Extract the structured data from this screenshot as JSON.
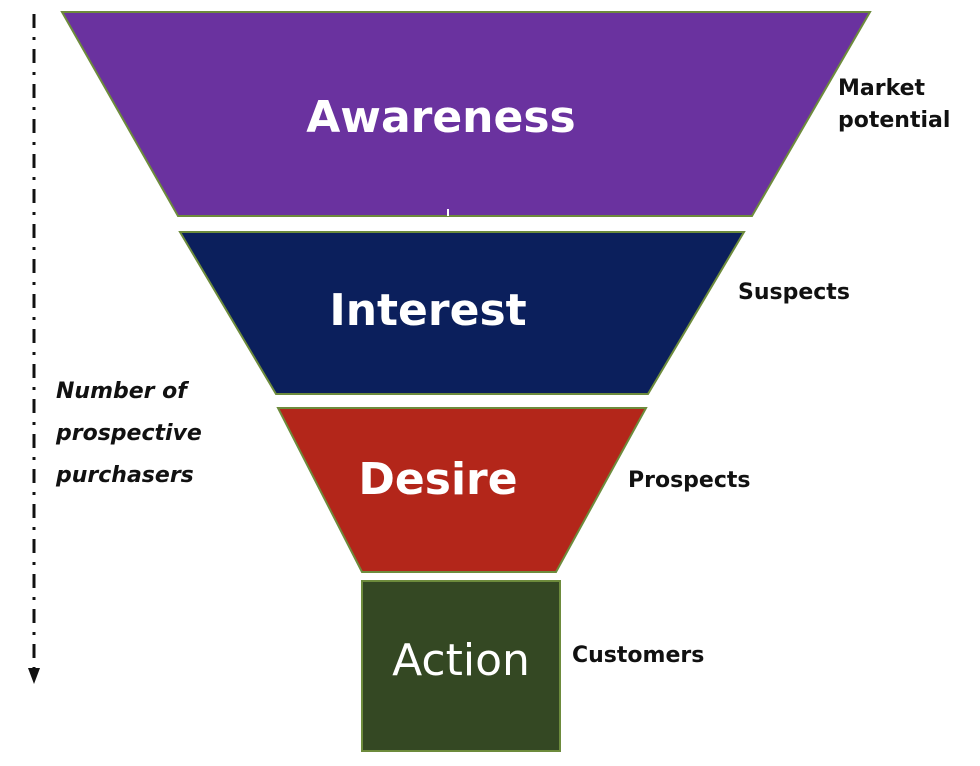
{
  "stages": [
    {
      "label": "Awareness",
      "side_label": "Market\npotential",
      "color": "#6a329f"
    },
    {
      "label": "Interest",
      "side_label": "Suspects",
      "color": "#0b1f5c"
    },
    {
      "label": "Desire",
      "side_label": "Prospects",
      "color": "#b3261a"
    },
    {
      "label": "Action",
      "side_label": "Customers",
      "color": "#344823"
    }
  ],
  "axis": {
    "label": "Number of\nprospective\npurchasers",
    "direction": "down"
  },
  "colors": {
    "outline": "#6d8b3c",
    "axis_line": "#111111"
  }
}
